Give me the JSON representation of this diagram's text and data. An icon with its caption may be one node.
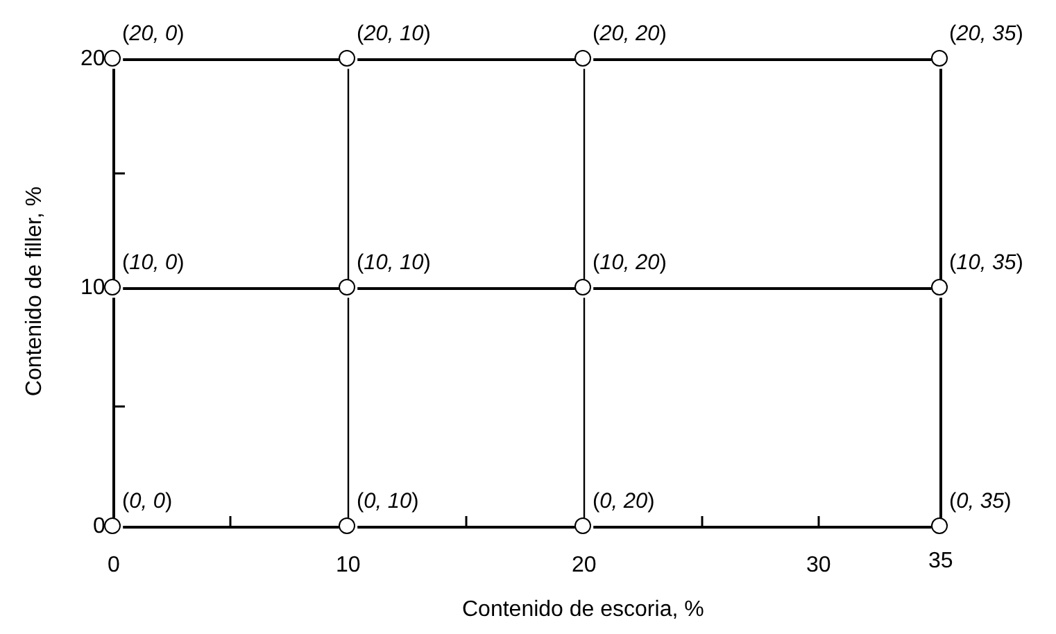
{
  "diagram": {
    "nodes": [
      {
        "text": [],
        "shape": "circle",
        "beside": [
          "(*20, 0*)"
        ]
      },
      {
        "text": [],
        "shape": "circle",
        "beside": [
          "(*20, 10*)"
        ]
      },
      {
        "text": [],
        "shape": "circle",
        "beside": [
          "(*20, 20*)"
        ]
      },
      {
        "text": [],
        "shape": "circle",
        "beside": [
          "(*20, 35*)"
        ]
      },
      {
        "text": [],
        "shape": "circle",
        "beside": [
          "(*10, 0*)"
        ]
      },
      {
        "text": [],
        "shape": "circle",
        "beside": [
          "(*10, 10*)"
        ]
      },
      {
        "text": [],
        "shape": "circle",
        "beside": [
          "(*10, 20*)"
        ]
      },
      {
        "text": [],
        "shape": "circle",
        "beside": [
          "(*10, 35*)"
        ]
      },
      {
        "text": [],
        "shape": "circle",
        "beside": [
          "(*0, 0*)"
        ]
      },
      {
        "text": [],
        "shape": "circle",
        "beside": [
          "(*0, 10*)"
        ]
      },
      {
        "text": [],
        "shape": "circle",
        "beside": [
          "(*0, 20*)"
        ]
      },
      {
        "text": [],
        "shape": "circle",
        "beside": [
          "(*0, 35*)"
        ]
      }
    ],
    "edges": [
      {
        "from": 0,
        "to": 1,
        "arrow": "none"
      },
      {
        "from": 1,
        "to": 2,
        "arrow": "none"
      },
      {
        "from": 2,
        "to": 3,
        "arrow": "none"
      },
      {
        "from": 4,
        "to": 5,
        "arrow": "none"
      },
      {
        "from": 5,
        "to": 6,
        "arrow": "none"
      },
      {
        "from": 6,
        "to": 7,
        "arrow": "none"
      },
      {
        "from": 8,
        "to": 9,
        "arrow": "none"
      },
      {
        "from": 9,
        "to": 10,
        "arrow": "none"
      },
      {
        "from": 10,
        "to": 11,
        "arrow": "none"
      },
      {
        "from": 0,
        "to": 4,
        "arrow": "none"
      },
      {
        "from": 4,
        "to": 8,
        "arrow": "none"
      },
      {
        "from": 1,
        "to": 5,
        "arrow": "none"
      },
      {
        "from": 5,
        "to": 9,
        "arrow": "none"
      },
      {
        "from": 2,
        "to": 6,
        "arrow": "none"
      },
      {
        "from": 6,
        "to": 10,
        "arrow": "none"
      },
      {
        "from": 3,
        "to": 7,
        "arrow": "none"
      },
      {
        "from": 7,
        "to": 11,
        "arrow": "none"
      }
    ],
    "labels": [
      "20",
      "10",
      "Contenido de filler, %",
      "0",
      "0",
      "10",
      "20",
      "30",
      "35",
      "Contenido de escoria, %"
    ]
  }
}
